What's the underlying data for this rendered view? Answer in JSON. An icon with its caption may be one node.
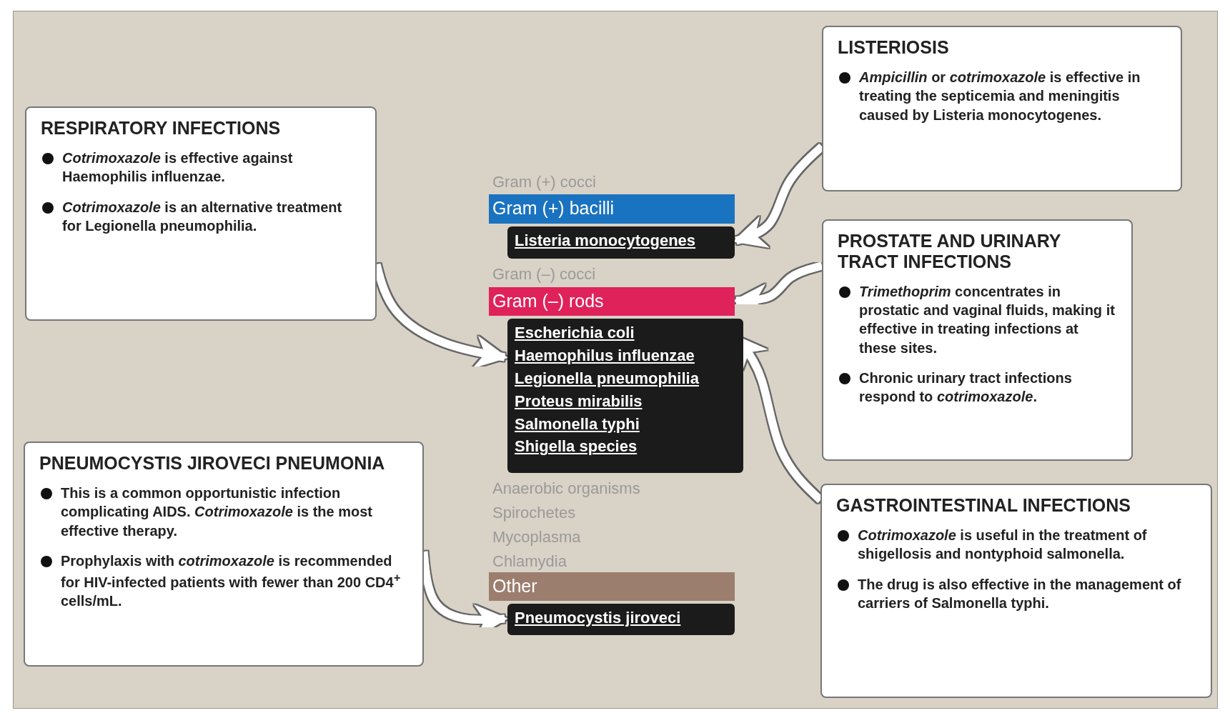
{
  "diagram": {
    "nodes": [
      {
        "text": [
          "RESPIRATORY INFECTIONS",
          "*Cotrimoxazole* is effective against Haemophilis influenzae.",
          "*Cotrimoxazole* is an alternative treatment for Legionella pneumophilia."
        ]
      },
      {
        "text": [
          "LISTERIOSIS",
          "*Ampicillin* or *cotrimoxazole* is effective in treating the septicemia and meningitis caused by Listeria monocytogenes."
        ]
      },
      {
        "text": [
          "PROSTATE AND URINARY TRACT INFECTIONS",
          "*Trimethoprim* concentrates in prostatic and vaginal fluids, making it effective in treating infections at these sites.",
          "Chronic urinary tract infections respond to *cotrimoxazole*."
        ]
      },
      {
        "text": [
          "PNEUMOCYSTIS JIROVECI PNEUMONIA",
          "This is a common opportunistic infection complicating AIDS. *Cotrimoxazole* is the most effective therapy.",
          "Prophylaxis with *cotrimoxazole* is recommended for HIV-infected patients with fewer than 200 CD4$^{+}$ cells/mL."
        ]
      },
      {
        "text": [
          "GASTROINTESTINAL INFECTIONS",
          "*Cotrimoxazole* is useful in the treatment of shigellosis and nontyphoid salmonella.",
          "The drug is also effective in the management of carriers of Salmonella typhi."
        ]
      },
      {
        "text": [
          "Gram (+) bacilli"
        ]
      },
      {
        "text": [
          "Listeria monocytogenes"
        ]
      },
      {
        "text": [
          "Gram (–) rods"
        ]
      },
      {
        "text": [
          "Escherichia coli",
          "Haemophilus influenzae",
          "Legionella pneumophilia",
          "Proteus mirabilis",
          "Salmonella typhi",
          "Shigella species"
        ]
      },
      {
        "text": [
          "Other"
        ]
      },
      {
        "text": [
          "Pneumocystis jiroveci"
        ]
      }
    ],
    "edges": [
      {
        "from": 0,
        "to": 8,
        "arrow": "to"
      },
      {
        "from": 1,
        "to": 6,
        "arrow": "to"
      },
      {
        "from": 2,
        "to": 7,
        "arrow": "to"
      },
      {
        "from": 4,
        "to": 8,
        "arrow": "to"
      },
      {
        "from": 3,
        "to": 10,
        "arrow": "to"
      }
    ],
    "labels": [
      "Gram (+) cocci",
      "Gram (–) cocci",
      "Anaerobic organisms",
      "Spirochetes",
      "Mycoplasma",
      "Chlamydia"
    ]
  }
}
